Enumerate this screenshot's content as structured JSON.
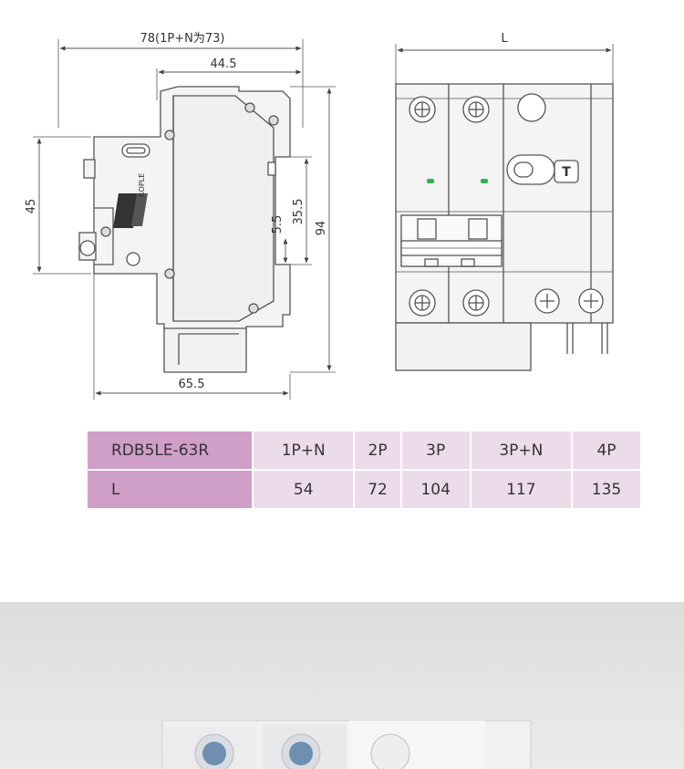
{
  "dimensions": {
    "top_width": "78(1P+N为73)",
    "body_width": "44.5",
    "height_45": "45",
    "height_35_5": "35.5",
    "height_5_5": "5.5",
    "height_94": "94",
    "bottom_width": "65.5",
    "front_width": "L"
  },
  "logo_text": "ROPLE",
  "test_button_label": "T",
  "table": {
    "header": [
      "RDB5LE-63R",
      "1P+N",
      "2P",
      "3P",
      "3P+N",
      "4P"
    ],
    "row": [
      "L",
      "54",
      "72",
      "104",
      "117",
      "135"
    ]
  },
  "colors": {
    "table_header_cell": "#cf9fc8",
    "table_cell": "#ecdcea",
    "indicator_green": "#2bb34a",
    "line": "#555555"
  }
}
